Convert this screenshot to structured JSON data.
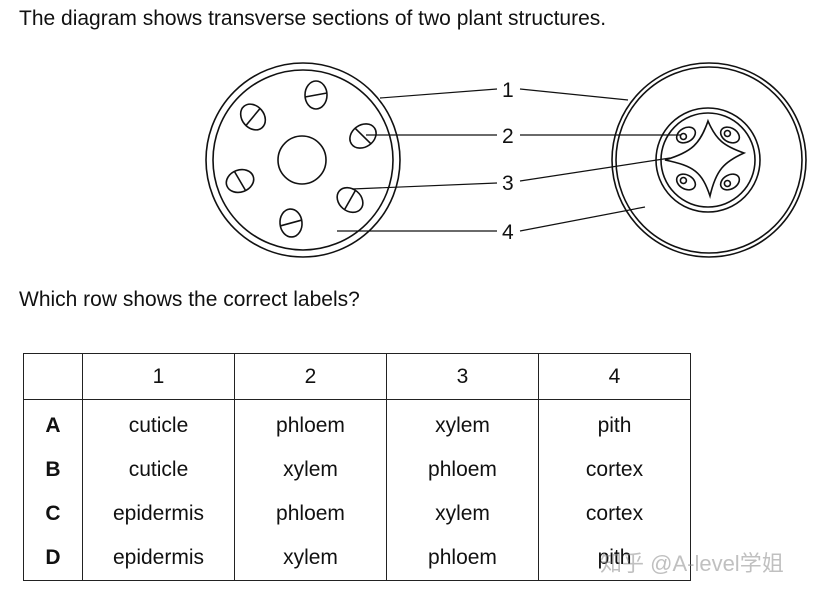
{
  "intro_text": "The diagram shows transverse sections of two plant structures.",
  "diagram": {
    "labels": [
      "1",
      "2",
      "3",
      "4"
    ]
  },
  "question_text": "Which row shows the correct labels?",
  "table": {
    "headers": [
      "",
      "1",
      "2",
      "3",
      "4"
    ],
    "rows": [
      {
        "key": "A",
        "cells": [
          "cuticle",
          "phloem",
          "xylem",
          "pith"
        ]
      },
      {
        "key": "B",
        "cells": [
          "cuticle",
          "xylem",
          "phloem",
          "cortex"
        ]
      },
      {
        "key": "C",
        "cells": [
          "epidermis",
          "phloem",
          "xylem",
          "cortex"
        ]
      },
      {
        "key": "D",
        "cells": [
          "epidermis",
          "xylem",
          "phloem",
          "pith"
        ]
      }
    ]
  },
  "watermark_text": "知乎 @A-level学姐"
}
